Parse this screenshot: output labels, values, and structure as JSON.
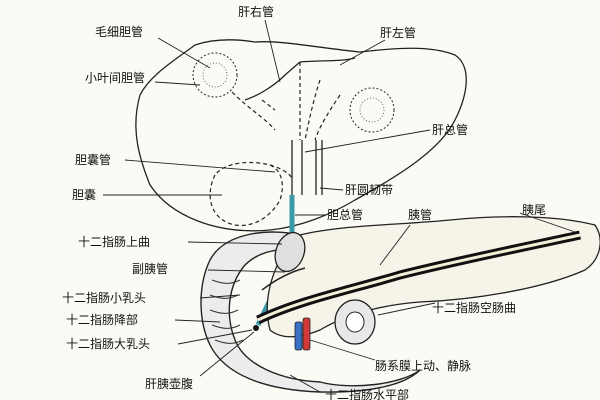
{
  "labels": {
    "capillary_bile_duct": "毛细胆管",
    "interlobular_bile_duct": "小叶间胆管",
    "right_hepatic_duct": "肝右管",
    "left_hepatic_duct": "肝左管",
    "common_hepatic_duct": "肝总管",
    "cystic_duct": "胆囊管",
    "gallbladder": "胆囊",
    "round_ligament": "肝圆韧带",
    "common_bile_duct": "胆总管",
    "pancreatic_duct": "胰管",
    "pancreas_tail": "胰尾",
    "duodenum_superior_flexure": "十二指肠上曲",
    "accessory_pancreatic_duct": "副胰管",
    "minor_duodenal_papilla": "十二指肠小乳头",
    "duodenum_descending_part": "十二指肠降部",
    "major_duodenal_papilla": "十二指肠大乳头",
    "duodenojejunal_flexure": "十二指肠空肠曲",
    "mesenteric_vessels": "肠系膜上动、静脉",
    "hepatopancreatic_ampulla": "肝胰壶腹",
    "duodenum_horizontal_part": "十二指肠水平部"
  },
  "colors": {
    "outline": "#222222",
    "bile_duct": "#3a9aa8",
    "artery": "#d23a3a",
    "vein": "#3a6fc4",
    "pancreatic_duct_fill": "#f2efd6"
  }
}
